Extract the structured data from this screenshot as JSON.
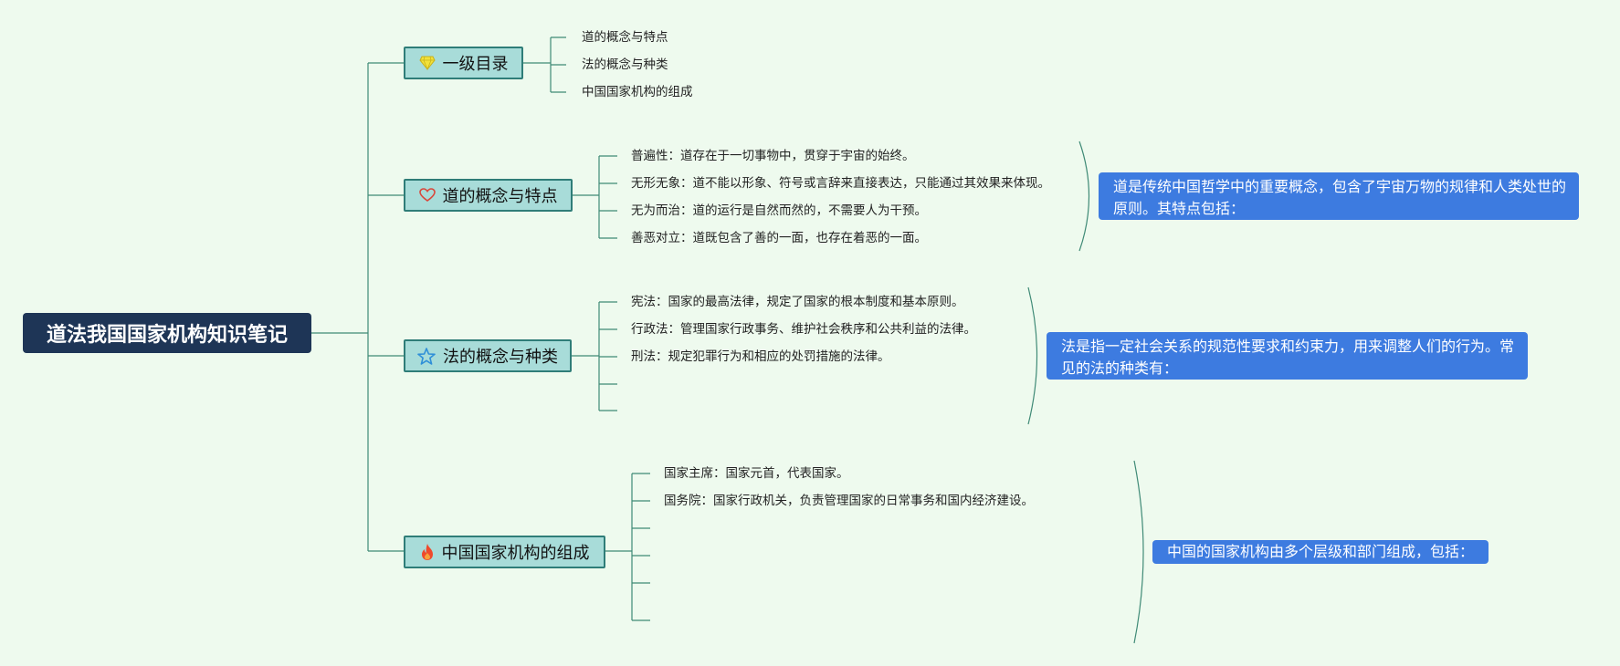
{
  "root": {
    "title": "道法我国国家机构知识笔记"
  },
  "branches": [
    {
      "label": "一级目录",
      "icon": "diamond-icon",
      "items": [
        "道的概念与特点",
        "法的概念与种类",
        "中国国家机构的组成"
      ]
    },
    {
      "label": "道的概念与特点",
      "icon": "heart-icon",
      "items": [
        "普遍性：道存在于一切事物中，贯穿于宇宙的始终。",
        "无形无象：道不能以形象、符号或言辞来直接表达，只能通过其效果来体现。",
        "无为而治：道的运行是自然而然的，不需要人为干预。",
        "善恶对立：道既包含了善的一面，也存在着恶的一面。"
      ],
      "note": "道是传统中国哲学中的重要概念，包含了宇宙万物的规律和人类处世的原则。其特点包括："
    },
    {
      "label": "法的概念与种类",
      "icon": "star-icon",
      "items": [
        "宪法：国家的最高法律，规定了国家的根本制度和基本原则。",
        "行政法：管理国家行政事务、维护社会秩序和公共利益的法律。",
        "刑法：规定犯罪行为和相应的处罚措施的法律。",
        "",
        ""
      ],
      "note": "法是指一定社会关系的规范性要求和约束力，用来调整人们的行为。常见的法的种类有："
    },
    {
      "label": "中国国家机构的组成",
      "icon": "fire-icon",
      "items": [
        "国家主席：国家元首，代表国家。",
        "国务院：国家行政机关，负责管理国家的日常事务和国内经济建设。",
        "",
        "",
        "",
        ""
      ],
      "note": "中国的国家机构由多个层级和部门组成，包括："
    }
  ],
  "colors": {
    "background": "#eefaee",
    "root": "#1e3556",
    "branch_fill": "#a8dcd9",
    "branch_border": "#2f7d78",
    "note": "#3d7be0",
    "line": "#3f8a76"
  }
}
